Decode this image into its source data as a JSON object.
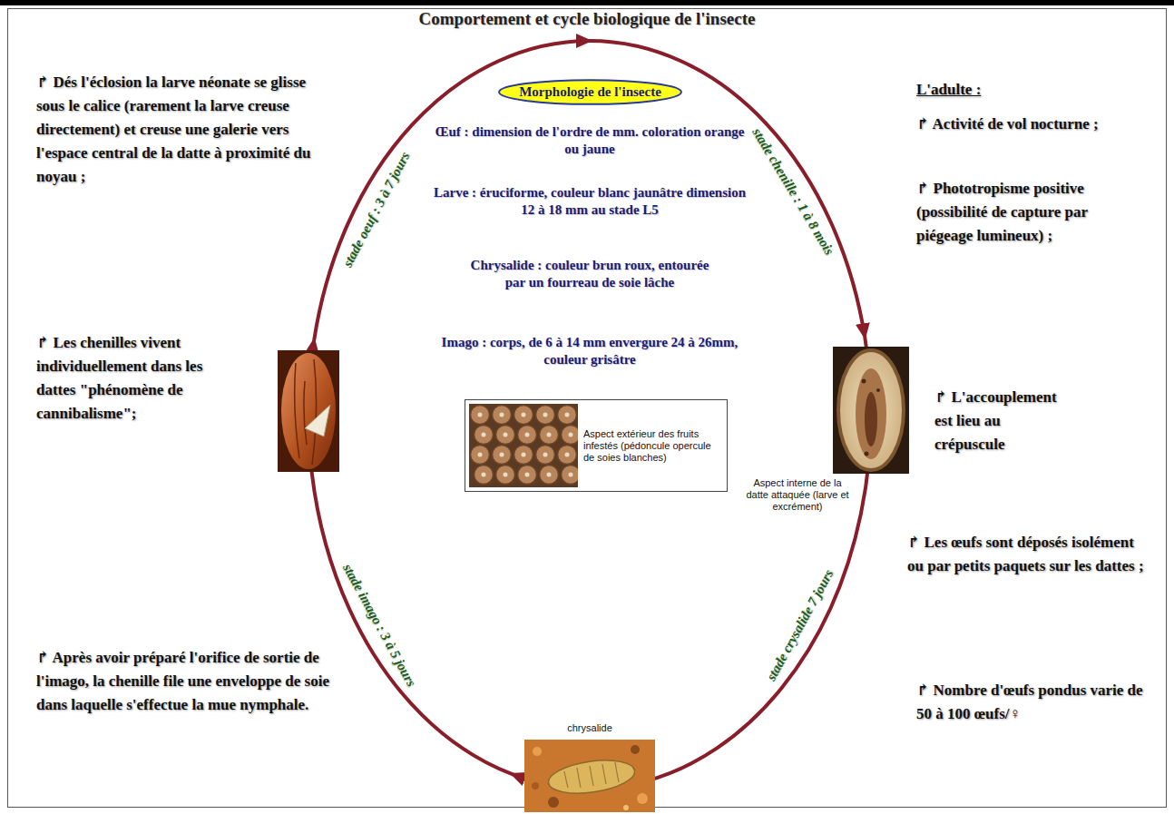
{
  "diagram": {
    "title": "Comportement et cycle biologique de l'insecte",
    "nodes": [
      {
        "text": [
          "Morphologie de l'insecte"
        ]
      },
      {
        "text": [
          "Aspect extérieur des fruits infestés (pédoncule opercule de soies blanches)"
        ]
      }
    ],
    "labels": [
      "stade oeuf : 3 à 7 jours",
      "stade chenille : 1 à 8 mois",
      "stade crysalide 7 jours",
      "stade imago : 3 à 5 jours",
      "Œuf : dimension de l'ordre de mm. coloration orange ou jaune",
      "Larve : éruciforme, couleur blanc jaunâtre dimension 12 à 18 mm au stade L5",
      "Chrysalide : couleur brun roux, entourée par un fourreau de soie lâche",
      "Imago : corps, de 6 à 14 mm envergure 24 à 26mm, couleur grisâtre",
      "↱ Dés l'éclosion la larve néonate se glisse sous le calice (rarement la larve creuse directement) et creuse une galerie vers l'espace central de la datte à proximité du noyau ;",
      "↱ Les chenilles vivent individuellement dans les dattes \"phénomène de cannibalisme\";",
      "↱ Après avoir préparé l'orifice de sortie de l'imago, la chenille file une enveloppe de soie dans laquelle s'effectue la mue nymphale.",
      "L'adulte :",
      "↱ Activité de vol nocturne ;",
      "↱ Phototropisme positive (possibilité de capture par piégeage lumineux) ;",
      "↱ L'accouplement est lieu au crépuscule",
      "↱ Les œufs sont déposés isolément ou par petits paquets sur les dattes ;",
      "↱ Nombre d'œufs pondus varie de 50 à 100 œufs/♀",
      "Aspect interne de la datte attaquée (larve et excrément)",
      "chrysalide"
    ]
  }
}
